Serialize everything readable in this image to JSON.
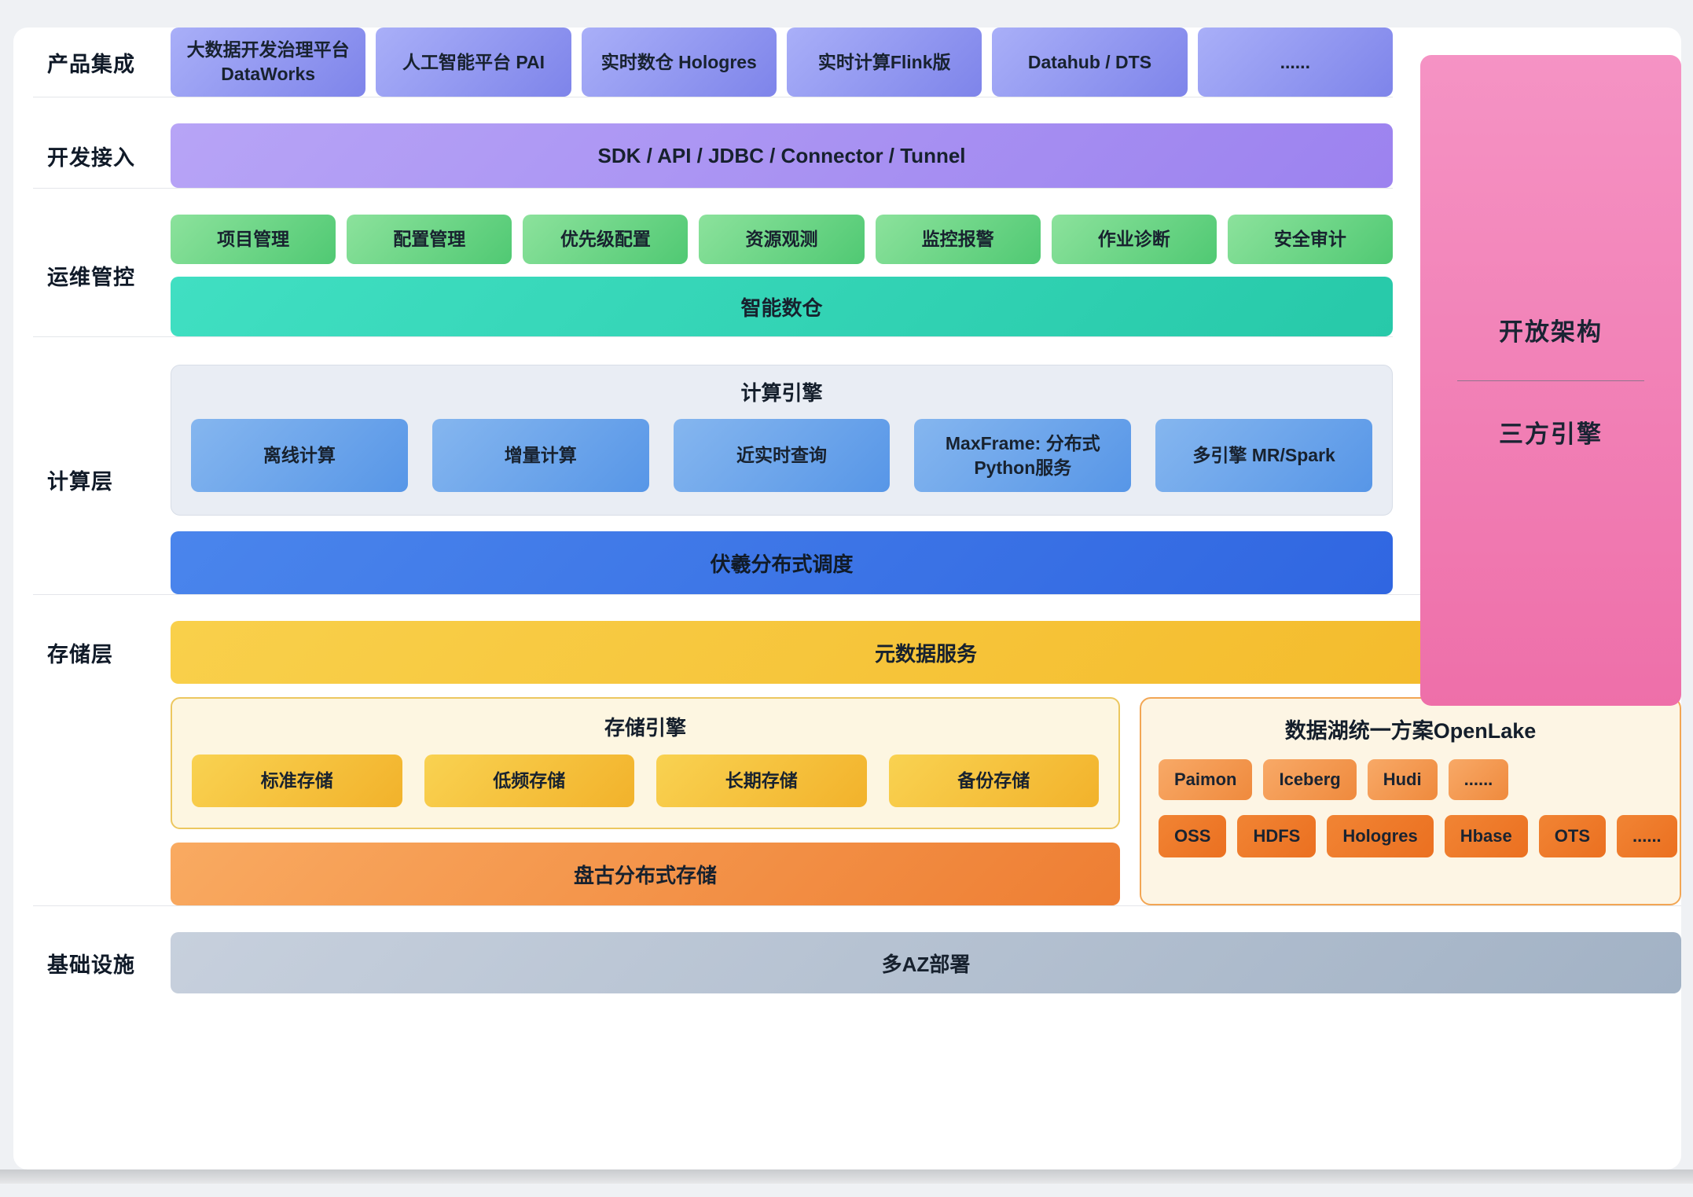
{
  "row_labels": {
    "products": "产品集成",
    "access": "开发接入",
    "ops": "运维管控",
    "compute": "计算层",
    "storage": "存储层",
    "infra": "基础设施"
  },
  "products": {
    "items": [
      "大数据开发治理平台 DataWorks",
      "人工智能平台 PAI",
      "实时数仓 Hologres",
      "实时计算Flink版",
      "Datahub / DTS",
      "......"
    ]
  },
  "access": {
    "bar": "SDK / API / JDBC / Connector / Tunnel"
  },
  "ops": {
    "items": [
      "项目管理",
      "配置管理",
      "优先级配置",
      "资源观测",
      "监控报警",
      "作业诊断",
      "安全审计"
    ],
    "bar": "智能数仓"
  },
  "compute": {
    "engine_title": "计算引擎",
    "engines": [
      "离线计算",
      "增量计算",
      "近实时查询",
      "MaxFrame: 分布式Python服务",
      "多引擎 MR/Spark"
    ],
    "scheduler_bar": "伏羲分布式调度"
  },
  "storage": {
    "metadata_bar": "元数据服务",
    "engine_title": "存储引擎",
    "engines": [
      "标准存储",
      "低频存储",
      "长期存储",
      "备份存储"
    ],
    "pangu_bar": "盘古分布式存储",
    "openlake": {
      "title": "数据湖统一方案OpenLake",
      "formats": [
        "Paimon",
        "Iceberg",
        "Hudi",
        "......"
      ],
      "stores": [
        "OSS",
        "HDFS",
        "Hologres",
        "Hbase",
        "OTS",
        "......"
      ]
    }
  },
  "infra": {
    "bar": "多AZ部署"
  },
  "side_panel": {
    "top": "开放架构",
    "bottom": "三方引擎"
  },
  "colors": {
    "product_box": "#8a90ee",
    "access_bar": "#a78ff2",
    "ops_box": "#6ed586",
    "ops_bar": "#30d2b3",
    "engine_panel_bg": "#e9edf4",
    "engine_box": "#6aa5ea",
    "scheduler_bar": "#3a74e6",
    "metadata_bar": "#f6c438",
    "storage_panel_bg": "#fdf6e1",
    "storage_box": "#f6c23c",
    "pangu_bar": "#f3944a",
    "openlake_panel_bg": "#fdf5e4",
    "format_badge": "#f39a52",
    "store_badge": "#ee7a2a",
    "infra_bar": "#b5c2d2",
    "side_panel": "#f181b6"
  }
}
